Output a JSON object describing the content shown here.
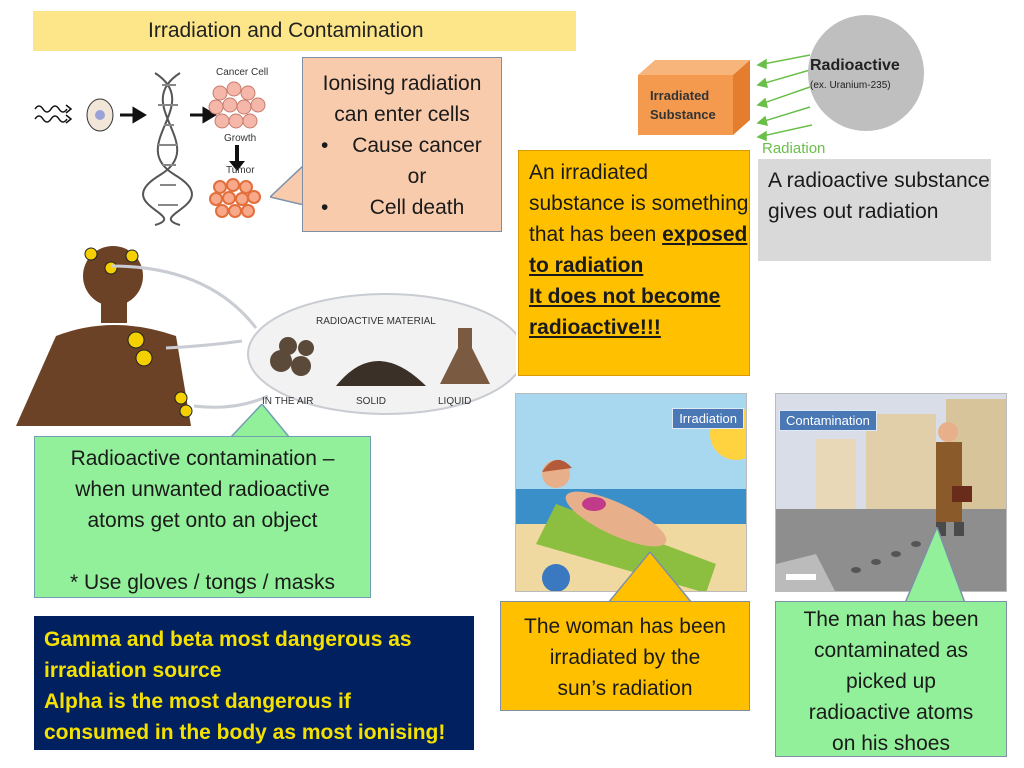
{
  "title": "Irradiation and Contamination",
  "ionising": {
    "line1": "Ionising radiation",
    "line2": "can enter cells",
    "bullet1": "Cause cancer",
    "or": "or",
    "bullet2": "Cell death"
  },
  "cell_diagram": {
    "cancer_cell": "Cancer Cell",
    "growth": "Growth",
    "tumor": "Tumor"
  },
  "irradiated_box": {
    "p1": "An irradiated substance is something that has been",
    "p1_bold": "exposed to radiation",
    "p2": "It does not become radioactive!!!"
  },
  "source_diagram": {
    "cube_label_1": "Irradiated",
    "cube_label_2": "Substance",
    "source_title": "Radioactive",
    "source_sub": "(ex. Uranium-235)",
    "radiation_label": "Radiation"
  },
  "radioactive_box": {
    "text": "A radioactive substance gives out radiation"
  },
  "material_diagram": {
    "title": "RADIOACTIVE MATERIAL",
    "air": "IN THE AIR",
    "solid": "SOLID",
    "liquid": "LIQUID"
  },
  "contamination_box": {
    "line1": "Radioactive contamination –",
    "line2": "when unwanted radioactive",
    "line3": "atoms get onto an object",
    "line4": "* Use gloves / tongs / masks"
  },
  "gamma_box": {
    "line1": "Gamma and beta most dangerous as",
    "line2": "irradiation source",
    "line3": "Alpha is the most dangerous if",
    "line4": "consumed in the body as most ionising!"
  },
  "photos": {
    "irradiation_tag": "Irradiation",
    "contamination_tag": "Contamination"
  },
  "woman_box": {
    "line1": "The woman has been",
    "line2": "irradiated by the",
    "line3": "sun’s radiation"
  },
  "man_box": {
    "line1": "The man has been",
    "line2": "contaminated as",
    "line3": "picked up",
    "line4": "radioactive atoms",
    "line5": "on his shoes"
  },
  "colors": {
    "title_bg": "#fde68a",
    "salmon": "#f8cbad",
    "amber": "#ffc000",
    "grey": "#d9d9d9",
    "green": "#92f09a",
    "navy": "#002060",
    "yellow_text": "#f5e100"
  }
}
